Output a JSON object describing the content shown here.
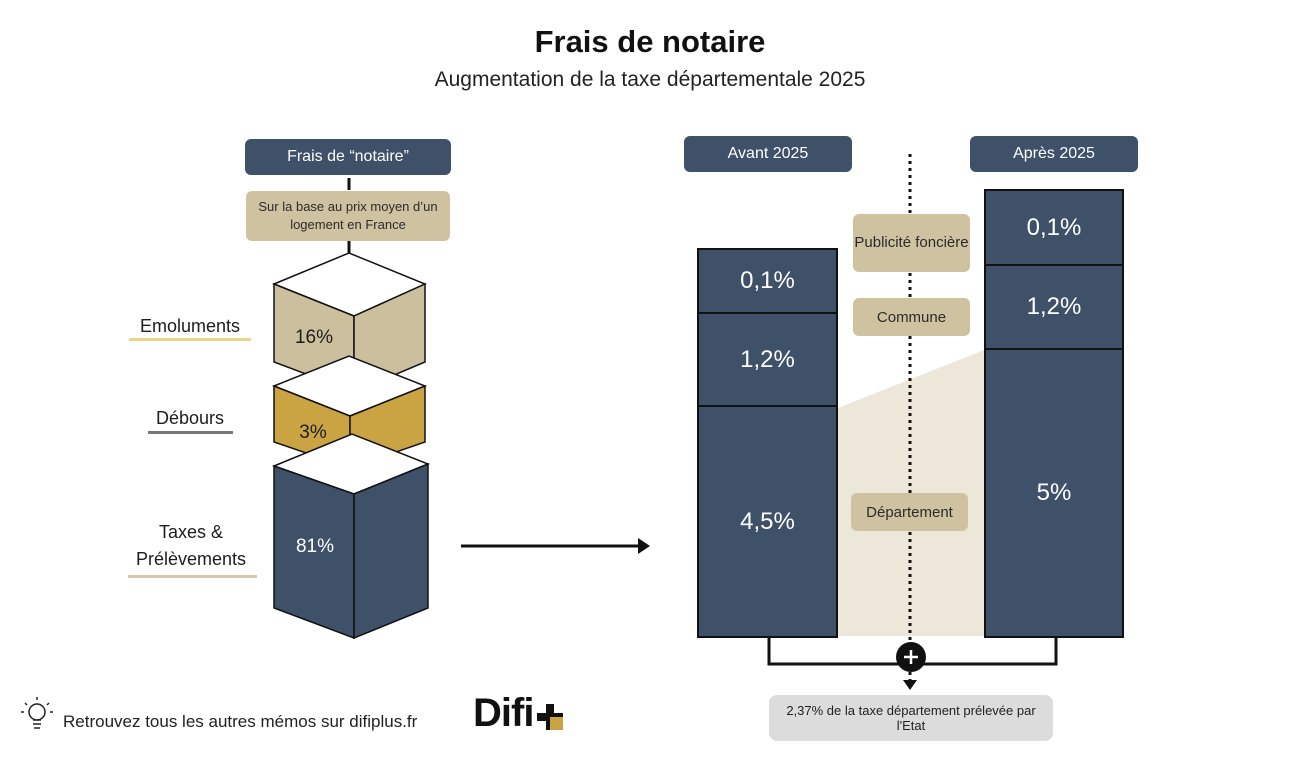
{
  "header": {
    "title": "Frais de notaire",
    "subtitle": "Augmentation de la taxe départementale 2025"
  },
  "left": {
    "top_label": "Frais de “notaire”",
    "base_note": "Sur la base au prix moyen d’un logement en France",
    "components": [
      {
        "label": "Emoluments",
        "percent": "16%",
        "share": 16
      },
      {
        "label": "Débours",
        "percent": "3%",
        "share": 3
      },
      {
        "label_line1": "Taxes &",
        "label_line2": "Prélèvements",
        "percent": "81%",
        "share": 81
      }
    ]
  },
  "right": {
    "before_label": "Avant 2025",
    "after_label": "Après 2025",
    "before_segments": {
      "publicite": "0,1%",
      "commune": "1,2%",
      "departement": "4,5%"
    },
    "after_segments": {
      "publicite": "0,1%",
      "commune": "1,2%",
      "departement": "5%"
    },
    "categories": {
      "publicite": "Publicité foncière",
      "commune": "Commune",
      "departement": "Département"
    },
    "note": "2,37% de la taxe département prélevée par l'Etat"
  },
  "footer": {
    "text": "Retrouvez tous les autres mémos sur difiplus.fr",
    "logo": "Difi"
  },
  "colors": {
    "navy": "#3f5168",
    "tan": "#cfc2a0",
    "cube_tan": "#cbbf9d",
    "gold": "#caa443",
    "beige": "#ede7da",
    "note_bg": "#dcdcdc"
  }
}
